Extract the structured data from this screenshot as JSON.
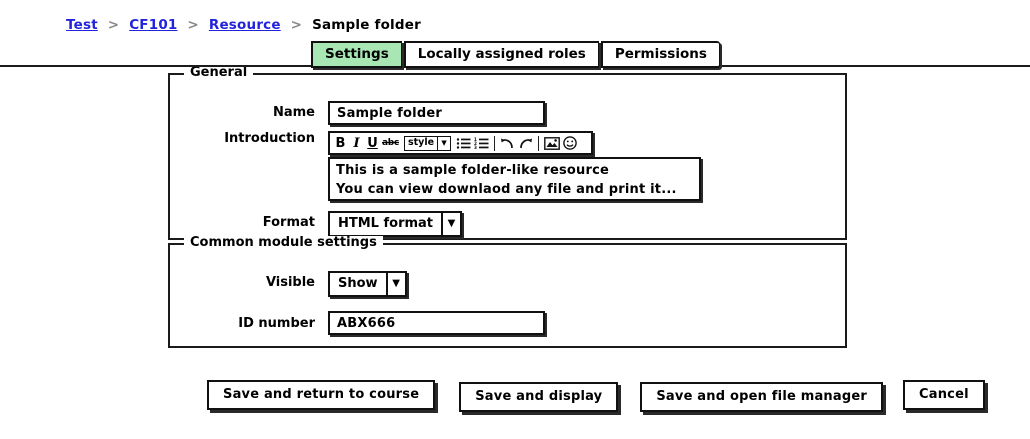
{
  "breadcrumb": {
    "separator": ">",
    "items": [
      {
        "label": "Test",
        "link": true
      },
      {
        "label": "CF101",
        "link": true
      },
      {
        "label": "Resource",
        "link": true
      },
      {
        "label": "Sample folder",
        "link": false
      }
    ]
  },
  "tabs": {
    "active_color": "#a8e6b3",
    "items": [
      {
        "label": "Settings",
        "active": true
      },
      {
        "label": "Locally assigned roles",
        "active": false
      },
      {
        "label": "Permissions",
        "active": false
      }
    ]
  },
  "general": {
    "legend": "General",
    "name": {
      "label": "Name",
      "value": "Sample folder"
    },
    "introduction": {
      "label": "Introduction",
      "toolbar": [
        {
          "name": "bold-icon",
          "glyph": "B"
        },
        {
          "name": "italic-icon",
          "glyph": "I"
        },
        {
          "name": "underline-icon",
          "glyph": "U"
        },
        {
          "name": "strikethrough-icon",
          "glyph": "abc"
        },
        {
          "name": "style-select",
          "glyph": "style"
        },
        {
          "name": "bulleted-list-icon",
          "glyph": ""
        },
        {
          "name": "numbered-list-icon",
          "glyph": ""
        },
        {
          "name": "undo-icon",
          "glyph": ""
        },
        {
          "name": "redo-icon",
          "glyph": ""
        },
        {
          "name": "insert-image-icon",
          "glyph": ""
        },
        {
          "name": "emoticon-icon",
          "glyph": ""
        }
      ],
      "style_label": "style",
      "line1": "This is a sample folder-like resource",
      "line2": "You can view downlaod any file and print it..."
    },
    "format": {
      "label": "Format",
      "value": "HTML format",
      "arrow": "▼"
    }
  },
  "common": {
    "legend": "Common module settings",
    "visible": {
      "label": "Visible",
      "value": "Show",
      "arrow": "▼"
    },
    "id_number": {
      "label": "ID number",
      "value": "ABX666"
    }
  },
  "buttons": [
    {
      "label": "Save and return to course"
    },
    {
      "label": "Save and display"
    },
    {
      "label": "Save and open file manager"
    },
    {
      "label": "Cancel"
    }
  ]
}
